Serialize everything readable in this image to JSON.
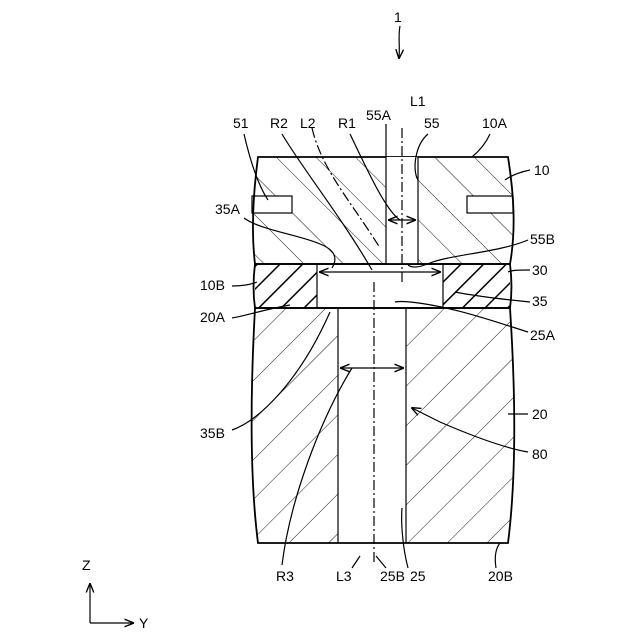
{
  "figure_number": "1",
  "labels": {
    "l51": "51",
    "lR2": "R2",
    "lL2": "L2",
    "lR1": "R1",
    "l55A": "55A",
    "lL1": "L1",
    "l55": "55",
    "l10A": "10A",
    "l10": "10",
    "l35A": "35A",
    "l55B": "55B",
    "l10B": "10B",
    "l30": "30",
    "l35": "35",
    "l20A": "20A",
    "l25A": "25A",
    "l20": "20",
    "l80": "80",
    "l35B": "35B",
    "lR3": "R3",
    "lL3": "L3",
    "l25B": "25B",
    "l25": "25",
    "l20B": "20B"
  },
  "axes": {
    "z": "Z",
    "y": "Y"
  }
}
